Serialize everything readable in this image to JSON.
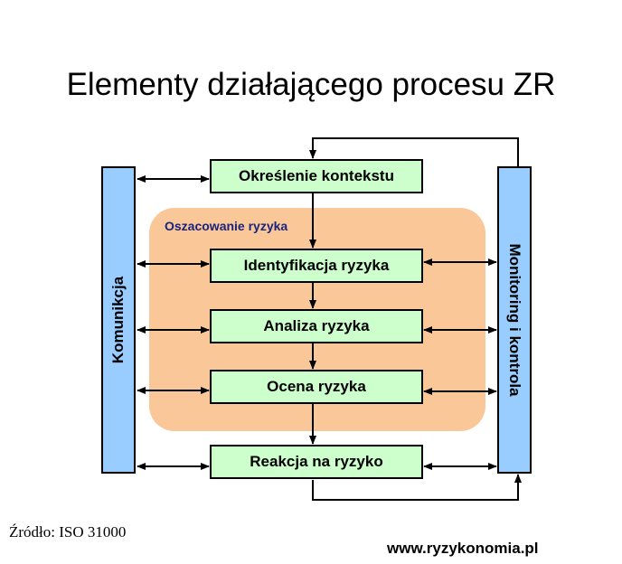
{
  "title": "Elementy działającego procesu ZR",
  "region_label": "Oszacowanie ryzyka",
  "left_bar_label": "Komunikcja",
  "right_bar_label": "Monitoring i kontrola",
  "steps": {
    "context": "Określenie kontekstu",
    "identification": "Identyfikacja ryzyka",
    "analysis": "Analiza ryzyka",
    "evaluation": "Ocena ryzyka",
    "treatment": "Reakcja na ryzyko"
  },
  "source": "Źródło: ISO 31000",
  "website": "www.ryzykonomia.pl",
  "colors": {
    "step_fill": "#ccffcc",
    "side_fill": "#99ccff",
    "region_fill": "#fac898",
    "region_label": "#1a237e"
  }
}
